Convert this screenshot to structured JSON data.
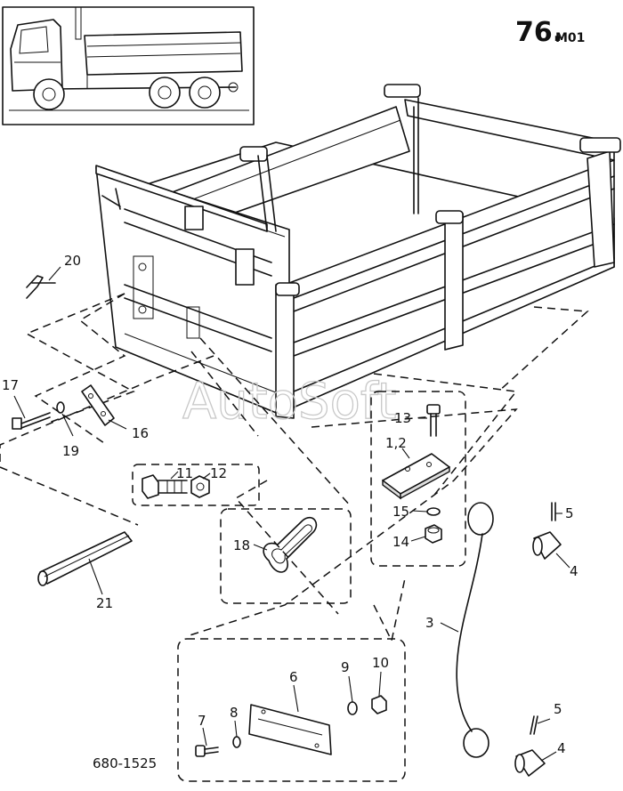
{
  "page_number": "76.",
  "page_suffix": "M01",
  "drawing_number": "680-1525",
  "watermark": "AutoSoft",
  "callouts": {
    "p1_2": "1,2",
    "p3": "3",
    "p4a": "4",
    "p4b": "4",
    "p5a": "5",
    "p5b": "5",
    "p6": "6",
    "p7": "7",
    "p8": "8",
    "p9": "9",
    "p10": "10",
    "p11": "11",
    "p12": "12",
    "p13": "13",
    "p14": "14",
    "p15": "15",
    "p16": "16",
    "p17": "17",
    "p18": "18",
    "p19": "19",
    "p20": "20",
    "p21": "21"
  }
}
